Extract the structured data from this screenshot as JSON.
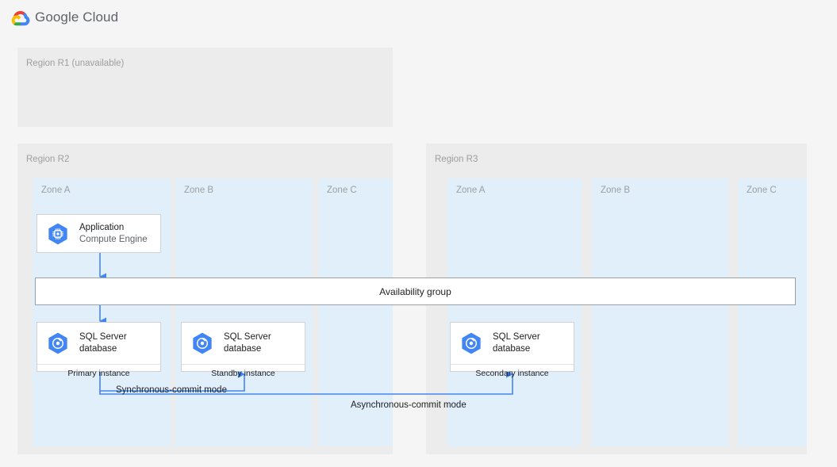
{
  "header": {
    "logo_icon": "google-cloud-logo-icon",
    "brand": "Google Cloud"
  },
  "regions": [
    {
      "id": "r1",
      "label": "Region R1 (unavailable)",
      "zones": []
    },
    {
      "id": "r2",
      "label": "Region R2",
      "zones": [
        {
          "id": "a",
          "label": "Zone A"
        },
        {
          "id": "b",
          "label": "Zone B"
        },
        {
          "id": "c",
          "label": "Zone C"
        }
      ]
    },
    {
      "id": "r3",
      "label": "Region R3",
      "zones": [
        {
          "id": "a",
          "label": "Zone A"
        },
        {
          "id": "b",
          "label": "Zone B"
        },
        {
          "id": "c",
          "label": "Zone C"
        }
      ]
    }
  ],
  "nodes": {
    "application": {
      "icon": "compute-engine-icon",
      "title": "Application",
      "subtitle": "Compute Engine"
    },
    "db_primary": {
      "icon": "sql-server-database-icon",
      "title": "SQL Server",
      "title2": "database",
      "footer": "Primary instance"
    },
    "db_standby": {
      "icon": "sql-server-database-icon",
      "title": "SQL Server",
      "title2": "database",
      "footer": "Standby instance"
    },
    "db_secondary": {
      "icon": "sql-server-database-icon",
      "title": "SQL Server",
      "title2": "database",
      "footer": "Secondary instance"
    }
  },
  "availability_group": {
    "label": "Availability group"
  },
  "edges": [
    {
      "id": "sync",
      "label": "Synchronous-commit mode"
    },
    {
      "id": "async",
      "label": "Asynchronous-commit mode"
    }
  ],
  "colors": {
    "page_background": "#f5f5f5",
    "region_fill": "#ececec",
    "zone_fill": "#e1effb",
    "connector_blue": "#4285f4",
    "icon_blue": "#4285f4",
    "card_border": "#d2d2d2",
    "availability_group_border": "#9aa0a6",
    "muted_text": "#9e9e9e",
    "body_text": "#202124"
  }
}
